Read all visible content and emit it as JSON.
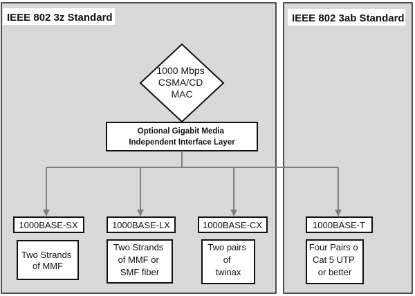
{
  "panels": {
    "left_title": "IEEE 802 3z Standard",
    "right_title": "IEEE 802 3ab Standard"
  },
  "mac": {
    "lines": [
      "1000 Mbps",
      "CSMA/CD",
      "MAC"
    ]
  },
  "gmii": {
    "lines": [
      "Optional Gigabit Media",
      "Independent Interface Layer"
    ]
  },
  "standards": [
    {
      "label": "1000BASE-SX",
      "media": [
        "Two Strands",
        "of MMF"
      ]
    },
    {
      "label": "1000BASE-LX",
      "media": [
        "Two Strands",
        "of MMF or",
        "SMF fiber"
      ]
    },
    {
      "label": "1000BASE-CX",
      "media": [
        "Two pairs",
        "of",
        "twinax"
      ]
    },
    {
      "label": "1000BASE-T",
      "media": [
        "Four Pairs o",
        "Cat 5 UTP",
        "or better"
      ]
    }
  ]
}
